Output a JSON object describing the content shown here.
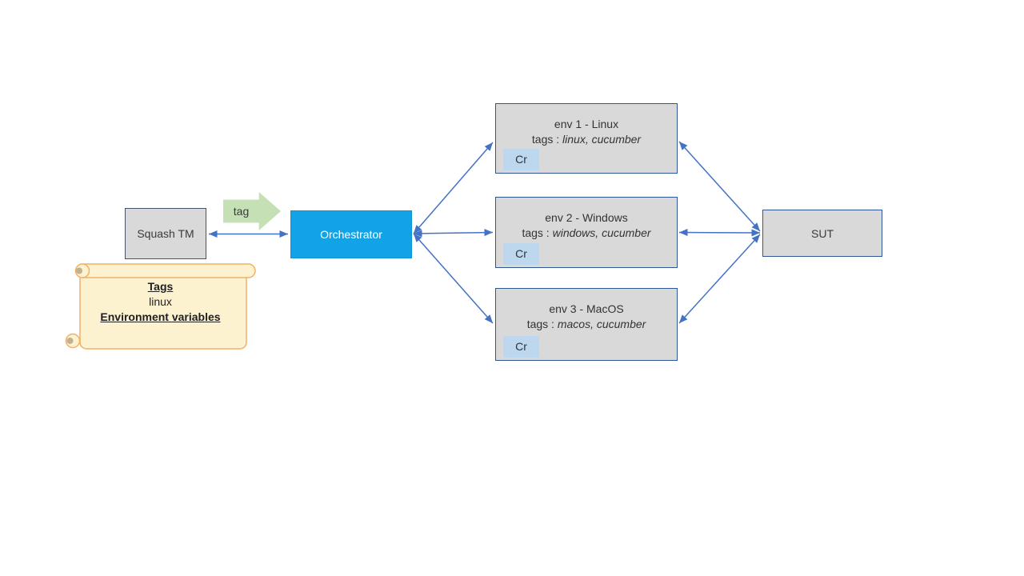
{
  "nodes": {
    "squash": {
      "label": "Squash TM"
    },
    "orchestrator": {
      "label": "Orchestrator"
    },
    "sut": {
      "label": "SUT"
    }
  },
  "envs": [
    {
      "title": "env 1 - Linux",
      "tags_prefix": "tags : ",
      "tags_value": "linux, cucumber",
      "badge": "Cr"
    },
    {
      "title": "env 2 - Windows",
      "tags_prefix": "tags : ",
      "tags_value": "windows, cucumber",
      "badge": "Cr"
    },
    {
      "title": "env 3 - MacOS",
      "tags_prefix": "tags : ",
      "tags_value": "macos, cucumber",
      "badge": "Cr"
    }
  ],
  "tag_arrow": {
    "label": "tag"
  },
  "note": {
    "lines": [
      "Tags",
      "linux",
      "Environment variables"
    ]
  },
  "colors": {
    "box_fill": "#d9d9d9",
    "box_border": "#2f5597",
    "squash_border": "#44546a",
    "orchestrator_fill": "#12a3e6",
    "connector_blue": "#4472c4",
    "green_arrow_fill": "#c5e0b4",
    "badge_fill": "#bdd7ee",
    "note_fill": "#fdf2d0",
    "note_border": "#eeb268"
  }
}
